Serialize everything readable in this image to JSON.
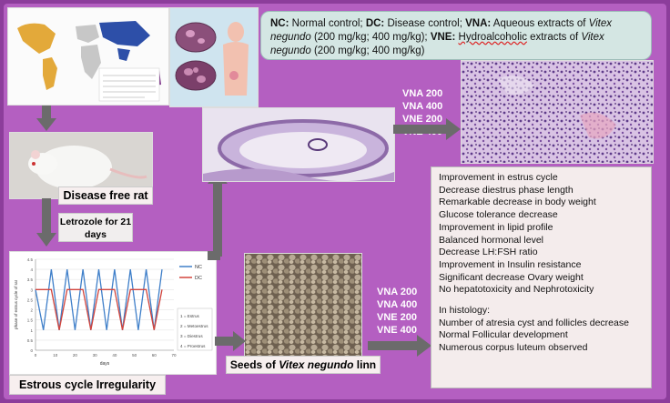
{
  "legend": {
    "nc_code": "NC:",
    "nc_text": " Normal control; ",
    "dc_code": "DC:",
    "dc_text": " Disease control; ",
    "vna_code": "VNA:",
    "vna_text": " Aqueous extracts of ",
    "species": "Vitex negundo",
    "vna_dose": " (200 mg/kg; 400 mg/kg); ",
    "vne_code": "VNE:",
    "vne_text": "Hydroalcoholic",
    "vne_text2": " extracts of ",
    "vne_dose": " (200 mg/kg; 400 mg/kg)"
  },
  "labels": {
    "disease_free_rat": "Disease free rat",
    "letrozole": "Letrozole for 21 days",
    "estrous_irregularity": "Estrous cycle Irregularity",
    "seeds_prefix": "Seeds of ",
    "seeds_species": "Vitex negundo",
    "seeds_suffix": " linn"
  },
  "groups_top": [
    "VNA 200",
    "VNA 400",
    "VNE 200",
    "VNE 400"
  ],
  "groups_bottom": [
    "VNA 200",
    "VNA 400",
    "VNE 200",
    "VNE 400"
  ],
  "outcomes": [
    "Improvement in estrus cycle",
    "Decrease diestrus phase length",
    "Remarkable decrease in body weight",
    "Glucose tolerance decrease",
    "Improvement in lipid profile",
    "Balanced hormonal level",
    "Decrease LH:FSH ratio",
    "Improvement in Insulin resistance",
    "Significant decrease Ovary weight",
    "No hepatotoxicity and Nephrotoxicity"
  ],
  "histology": [
    "In histology:",
    "Number of atresia cyst and follicles decrease",
    "Normal Follicular development",
    "Numerous corpus luteum observed"
  ],
  "chart_data": {
    "type": "line",
    "x": [
      0,
      4,
      8,
      12,
      16,
      20,
      24,
      28,
      32,
      36,
      40,
      44,
      48,
      52,
      56,
      60,
      64
    ],
    "series": [
      {
        "name": "NC",
        "values": [
          3,
          1,
          4,
          1,
          4,
          1,
          4,
          1,
          4,
          1,
          4,
          1,
          4,
          1,
          4,
          1,
          4
        ]
      },
      {
        "name": "DC",
        "values": [
          3,
          3,
          3,
          1,
          3,
          3,
          3,
          1,
          3,
          3,
          3,
          1,
          3,
          3,
          3,
          1,
          3
        ]
      }
    ],
    "xlabel": "days",
    "ylabel": "phase of estrus cycle of rat",
    "ylim": [
      0,
      4.5
    ],
    "yticks": [
      "0",
      "0.5",
      "1",
      "1.5",
      "2",
      "2.5",
      "3",
      "3.5",
      "4",
      "4.5"
    ],
    "xticks": [
      "0",
      "10",
      "20",
      "30",
      "40",
      "50",
      "60",
      "70"
    ],
    "legend_codes": [
      "1 = Estrus",
      "2 = Metoestrus",
      "3 = Diestrus",
      "4 = Proestrus"
    ],
    "colors": {
      "NC": "#3f7fc9",
      "DC": "#d2443c"
    }
  }
}
